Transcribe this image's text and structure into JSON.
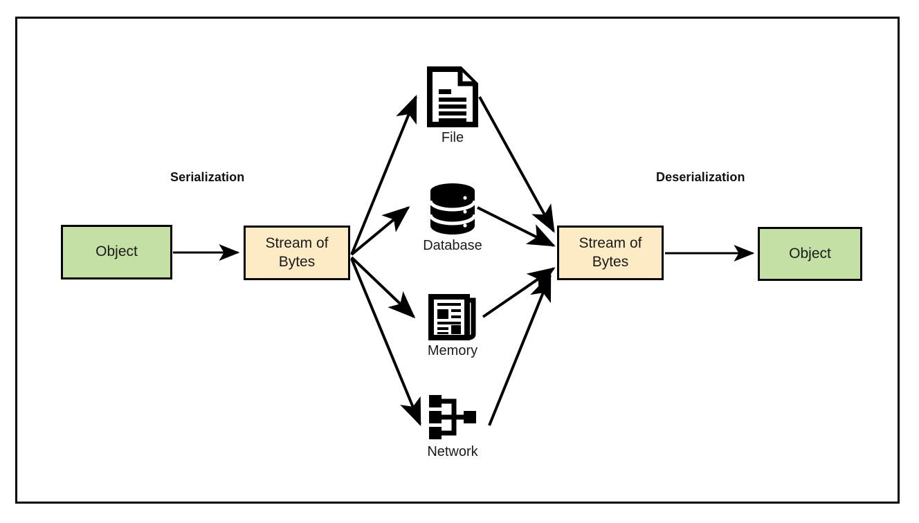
{
  "diagram": {
    "title_left": "Serialization",
    "title_right": "Deserialization",
    "colors": {
      "object_fill": "#C5E0A5",
      "stream_fill": "#FCEBC4",
      "stroke": "#000000",
      "background": "#FFFFFF"
    },
    "boxes": {
      "object_left": "Object",
      "stream_left_line1": "Stream of",
      "stream_left_line2": "Bytes",
      "stream_right_line1": "Stream of",
      "stream_right_line2": "Bytes",
      "object_right": "Object"
    },
    "targets": [
      {
        "label": "File",
        "icon": "document-icon"
      },
      {
        "label": "Database",
        "icon": "database-cylinder-icon"
      },
      {
        "label": "Memory",
        "icon": "newspaper-icon"
      },
      {
        "label": "Network",
        "icon": "network-topology-icon"
      }
    ],
    "arrows": [
      {
        "from": "object_left",
        "to": "stream_left",
        "kind": "straight"
      },
      {
        "from": "stream_left",
        "to": "File",
        "kind": "fan-out"
      },
      {
        "from": "stream_left",
        "to": "Database",
        "kind": "fan-out"
      },
      {
        "from": "stream_left",
        "to": "Memory",
        "kind": "fan-out"
      },
      {
        "from": "stream_left",
        "to": "Network",
        "kind": "fan-out"
      },
      {
        "from": "File",
        "to": "stream_right",
        "kind": "fan-in"
      },
      {
        "from": "Database",
        "to": "stream_right",
        "kind": "fan-in"
      },
      {
        "from": "Memory",
        "to": "stream_right",
        "kind": "fan-in"
      },
      {
        "from": "Network",
        "to": "stream_right",
        "kind": "fan-in"
      },
      {
        "from": "stream_right",
        "to": "object_right",
        "kind": "straight"
      }
    ]
  }
}
